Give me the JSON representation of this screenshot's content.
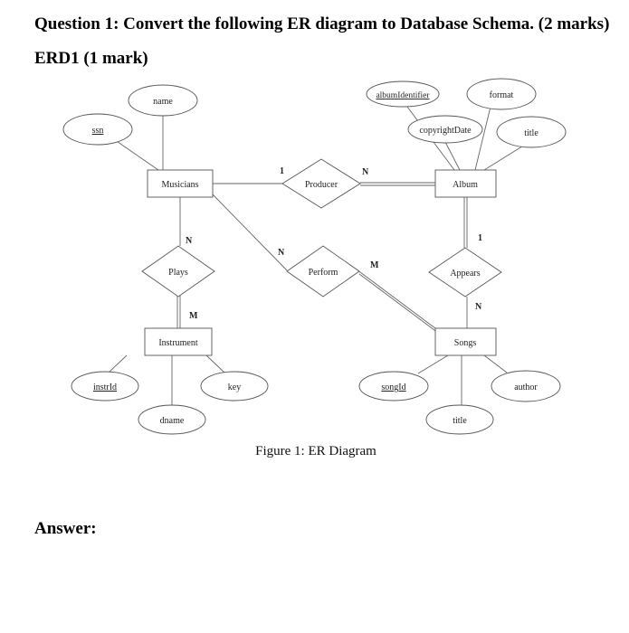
{
  "question": {
    "title": "Question 1: Convert the following ER diagram to Database Schema. (2 marks)",
    "subtitle": "ERD1 (1 mark)",
    "answer_label": "Answer:"
  },
  "diagram": {
    "caption": "Figure 1: ER Diagram",
    "entities": {
      "musicians": "Musicians",
      "album": "Album",
      "instrument": "Instrument",
      "songs": "Songs"
    },
    "relationships": {
      "producer": "Producer",
      "plays": "Plays",
      "perform": "Perform",
      "appears": "Appears"
    },
    "attributes": {
      "ssn": "ssn",
      "name": "name",
      "album_identifier": "albumIdentifier",
      "format": "format",
      "copyright_date": "copyrightDate",
      "album_title": "title",
      "instr_id": "instrId",
      "dname": "dname",
      "key": "key",
      "song_id": "songId",
      "song_title": "title",
      "author": "author"
    },
    "cardinalities": {
      "producer_musicians": "1",
      "producer_album": "N",
      "plays_musicians": "N",
      "plays_instrument": "M",
      "perform_musicians": "N",
      "perform_songs": "M",
      "appears_album": "1",
      "appears_songs": "N"
    }
  }
}
